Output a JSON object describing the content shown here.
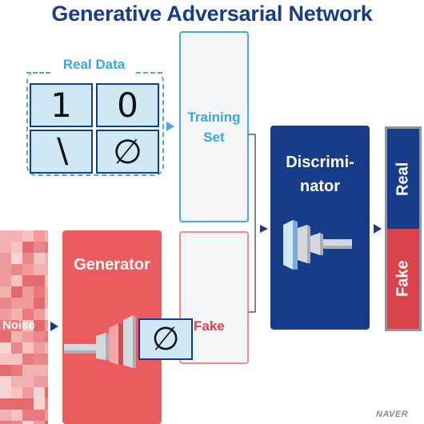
{
  "title": "Generative Adversarial Network",
  "real_data": {
    "label": "Real Data",
    "digits": [
      "1",
      "0",
      "∖",
      "∅"
    ]
  },
  "training_set": {
    "label_line1": "Training",
    "label_line2": "Set"
  },
  "fake": {
    "label": "Fake"
  },
  "generator": {
    "label": "Generator",
    "sample_digit": "∅"
  },
  "noise": {
    "label": "Noise"
  },
  "discriminator": {
    "label_line1": "Discrimi-",
    "label_line2": "nator"
  },
  "output": {
    "real_label": "Real",
    "fake_label": "Fake"
  },
  "watermark": "NAVER",
  "colors": {
    "navy": "#173d8a",
    "sky": "#4aa9d9",
    "red": "#ec5b5e",
    "tile": "#cfe8f6"
  }
}
